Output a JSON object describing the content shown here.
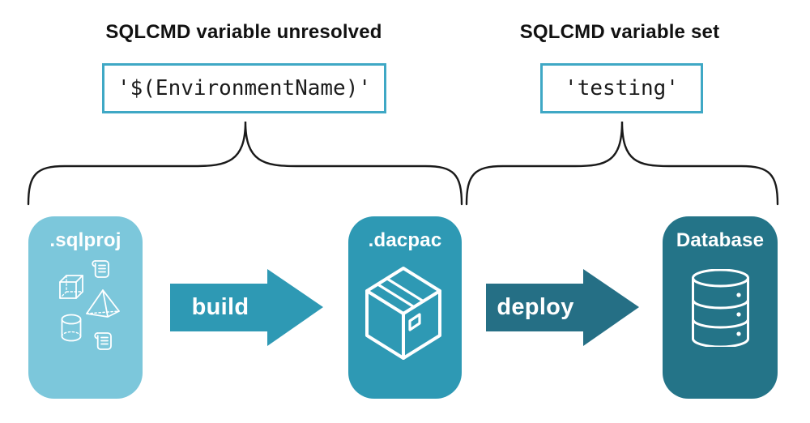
{
  "diagram": {
    "left_group": {
      "heading": "SQLCMD variable unresolved",
      "code": "'$(EnvironmentName)'"
    },
    "right_group": {
      "heading": "SQLCMD variable set",
      "code": "'testing'"
    },
    "nodes": [
      {
        "label": ".sqlproj",
        "icons": [
          "scroll-icon",
          "cube-icon",
          "pyramid-icon",
          "cylinder-icon",
          "scroll-icon"
        ]
      },
      {
        "label": ".dacpac",
        "icons": [
          "package-icon"
        ]
      },
      {
        "label": "Database",
        "icons": [
          "database-cylinder-icon"
        ]
      }
    ],
    "arrows": [
      {
        "label": "build"
      },
      {
        "label": "deploy"
      }
    ],
    "colors": {
      "sqlproj_box": "#7CC7DB",
      "dacpac_box": "#2E99B4",
      "database_box": "#247488",
      "build_arrow": "#2E99B4",
      "deploy_arrow": "#256F85",
      "code_border": "#3FA8C5",
      "brace": "#1a1a1a",
      "heading_text": "#111111",
      "icon_stroke": "#ffffff"
    }
  }
}
